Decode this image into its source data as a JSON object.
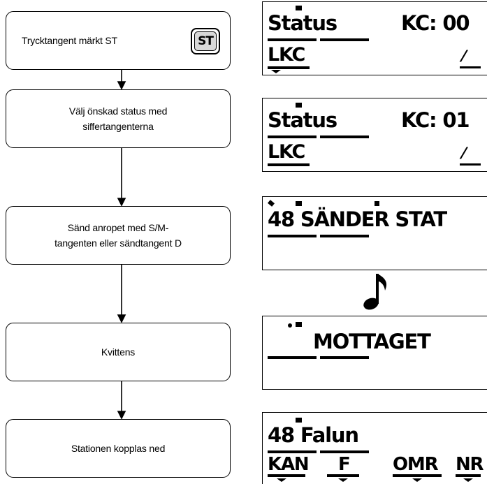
{
  "steps": [
    {
      "text": "Trycktangent märkt ST",
      "key_label": "ST"
    },
    {
      "text": "Välj önskad status med\nsiffertangenterna"
    },
    {
      "text": "Sänd anropet med S/M-\ntangenten eller sändtangent D"
    },
    {
      "text": "Kvittens"
    },
    {
      "text": "Stationen kopplas ned"
    }
  ],
  "displays": [
    {
      "line1_left": "Status",
      "line1_right": "KC: 00",
      "line2_left": "LKC"
    },
    {
      "line1_left": "Status",
      "line1_right": "KC: 01",
      "line2_left": "LKC"
    },
    {
      "line1": "48 SÄNDER STAT"
    },
    {
      "line1": "MOTTAGET"
    },
    {
      "line1": "48 Falun",
      "softkeys": [
        "KAN",
        "F",
        "OMR",
        "NR"
      ]
    }
  ],
  "icons": {
    "signal": "antenna-signal-icon",
    "tone": "music-note-icon",
    "key": "st-key-icon"
  }
}
